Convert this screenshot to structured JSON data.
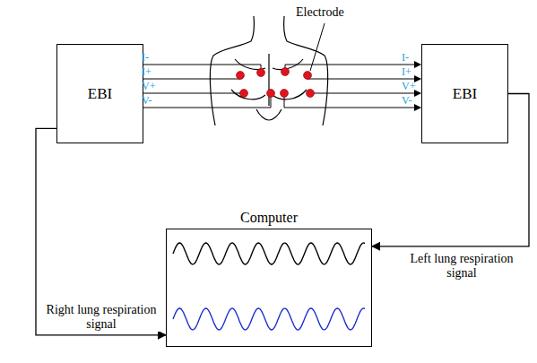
{
  "diagram": {
    "nodes": [
      {
        "text": [
          "EBI"
        ]
      },
      {
        "text": [
          "EBI"
        ]
      },
      {
        "text": [
          "Computer"
        ]
      }
    ],
    "edges": [
      {
        "from": 0,
        "to": 2,
        "arrow": "to",
        "label": "Right lung respiration signal"
      },
      {
        "from": 1,
        "to": 2,
        "arrow": "to",
        "label": "Left lung respiration signal"
      }
    ],
    "labels": [
      "Electrode",
      "I-",
      "I+",
      "V+",
      "V-",
      "I-",
      "I+",
      "V+",
      "V-"
    ]
  }
}
